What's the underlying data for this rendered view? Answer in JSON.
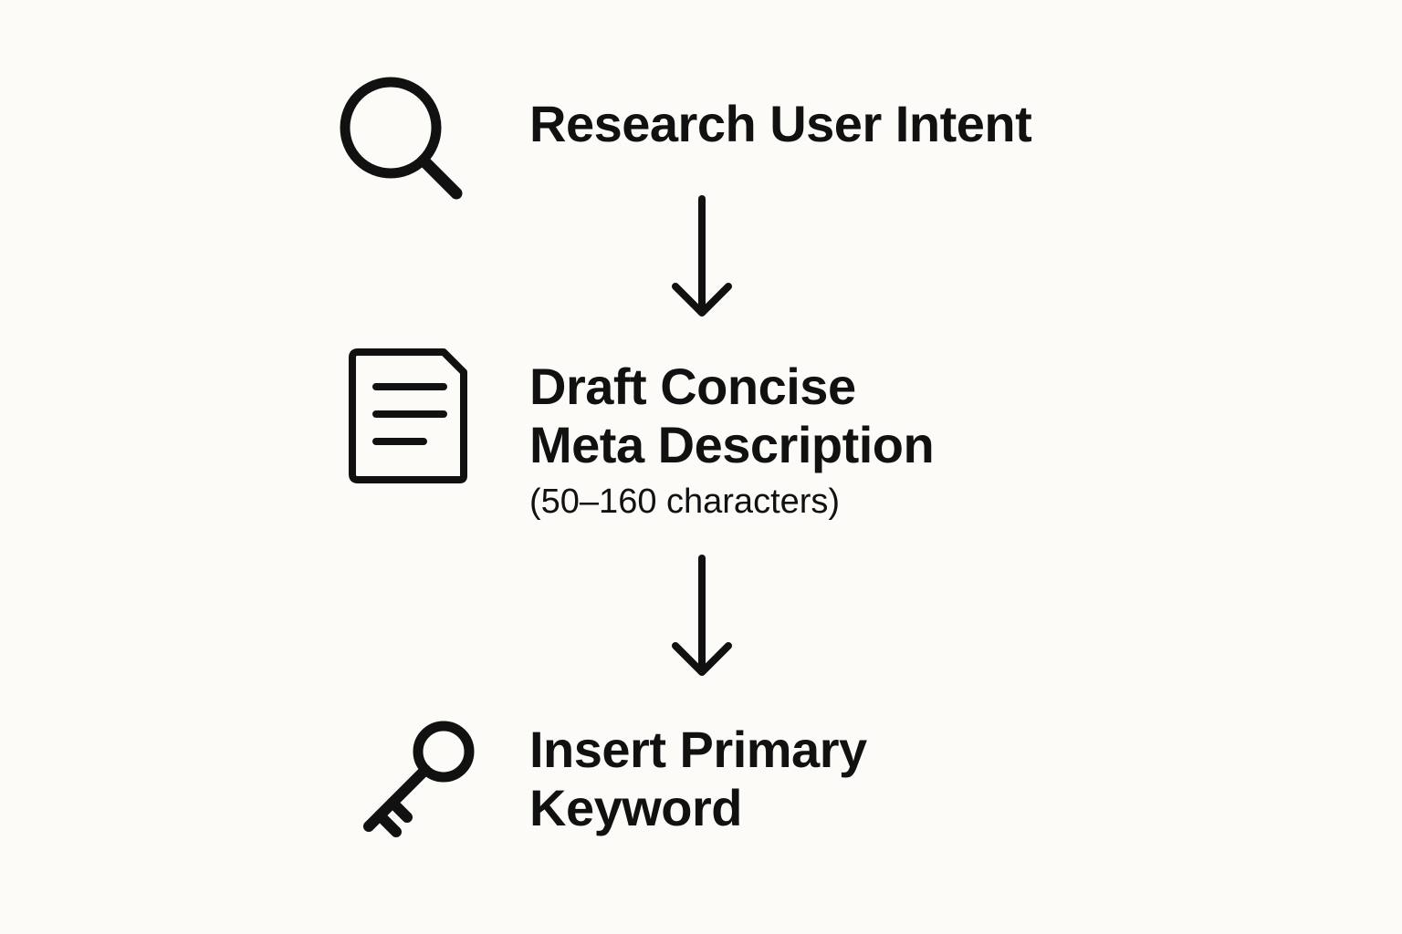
{
  "flow": {
    "steps": [
      {
        "icon": "search-icon",
        "lines": [
          "Research User Intent"
        ]
      },
      {
        "icon": "document-icon",
        "lines": [
          "Draft Concise",
          "Meta Description"
        ],
        "note": "(50–160 characters)"
      },
      {
        "icon": "key-icon",
        "lines": [
          "Insert Primary",
          "Keyword"
        ]
      }
    ],
    "arrows": [
      "arrow-down",
      "arrow-down"
    ],
    "colors": {
      "background": "#fcfbf7",
      "ink": "#111111"
    }
  }
}
